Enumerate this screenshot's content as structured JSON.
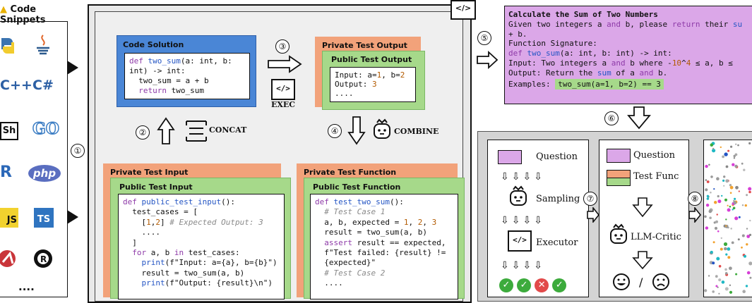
{
  "sidebar": {
    "title": "Code Snippets",
    "langs": [
      "C++",
      "C#",
      "Sh",
      "GO",
      "R",
      "php",
      "JS",
      "TS",
      "...."
    ]
  },
  "steps": [
    "①",
    "②",
    "③",
    "④",
    "⑤",
    "⑥",
    "⑦",
    "⑧"
  ],
  "code_solution": {
    "title": "Code Solution",
    "lines": [
      "def two_sum(a: int, b:",
      "int) -> int:",
      "  two_sum = a + b",
      "  return two_sum"
    ]
  },
  "exec_label": "EXEC",
  "concat_label": "CONCAT",
  "combine_label": "COMBINE",
  "private_test_output": "Private Test Output",
  "public_test_output": {
    "title": "Public Test Output",
    "lines": [
      "Input: a=1, b=2",
      "Output: 3",
      "...."
    ]
  },
  "private_test_input": "Private Test Input",
  "public_test_input": {
    "title": "Public Test Input",
    "lines": [
      "def public_test_input():",
      "  test_cases = [",
      "    [1,2] # Expected Output: 3",
      "    ....",
      "  ]",
      "  for a, b in test_cases:",
      "    print(f\"Input: a={a}, b={b}\")",
      "    result = two_sum(a, b)",
      "    print(f\"Output: {result}\\n\")"
    ]
  },
  "private_test_function": "Private Test Function",
  "public_test_function": {
    "title": "Public Test Function",
    "lines": [
      "def test_two_sum():",
      "  # Test Case 1",
      "  a, b, expected = 1, 2, 3",
      "  result = two_sum(a, b)",
      "  assert result == expected,",
      "  f\"Test failed: {result} !=",
      "  {expected}\"",
      "  # Test Case 2",
      "  ...."
    ]
  },
  "question_box": {
    "title": "Calculate the Sum of Two Numbers",
    "lines": [
      "Given two integers a and b, please return their su",
      "+ b.",
      "Function Signature:",
      "def two_sum(a: int, b: int) -> int:",
      "Input: Two integers a and b where -10^4 ≤ a, b ≤",
      "Output: Return the sum of a and b."
    ],
    "examples_label": "Examples:",
    "example_code": "two_sum(a=1, b=2) == 3"
  },
  "pipeline": {
    "question": "Question",
    "sampling": "Sampling",
    "executor": "Executor",
    "test_func": "Test Func",
    "llm_critic": "LLM-Critic",
    "slash": "/"
  },
  "colors": {
    "blue": "#4a86d6",
    "orange": "#f2a27a",
    "green": "#a6d98a",
    "purple": "#dba7e8",
    "gray": "#d4d4d4",
    "check_green": "#3cab3c",
    "cross_red": "#e24a4a"
  }
}
